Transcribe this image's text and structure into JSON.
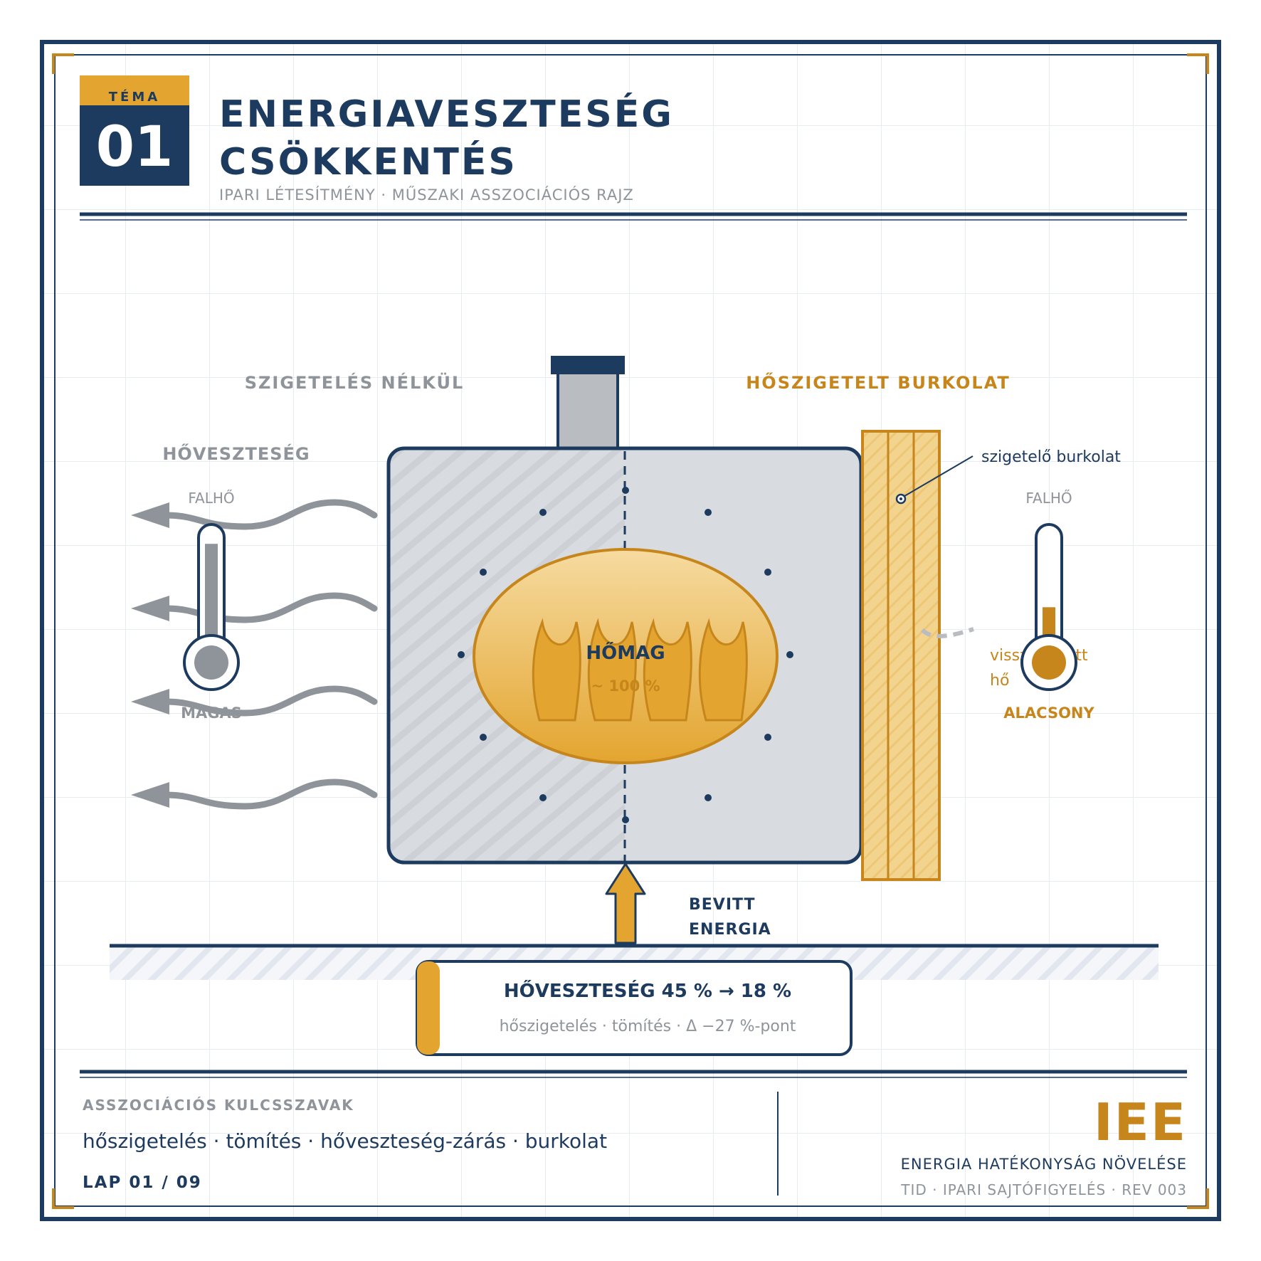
{
  "colors": {
    "navy": "#1d3a5f",
    "gold": "#e3a530",
    "gold_dark": "#c6861b",
    "gold_light": "#f3d48e",
    "gray": "#8f949a",
    "steel": "#d8dbdf",
    "grid": "#e6ecf2"
  },
  "header": {
    "badge_label": "TÉMA",
    "badge_number": "01",
    "title_line1": "ENERGIAVESZTESÉG",
    "title_line2": "CSÖKKENTÉS",
    "subtitle": "IPARI LÉTESÍTMÉNY · MŰSZAKI ASSZOCIÁCIÓS RAJZ"
  },
  "diagram": {
    "left_heading": "SZIGETELÉS NÉLKÜL",
    "right_heading": "HŐSZIGETELT BURKOLAT",
    "heat_loss_label": "HŐVESZTESÉG",
    "left_thermometer": {
      "caption": "FALHŐ",
      "level_label": "MAGAS",
      "fill_fraction": 0.9
    },
    "right_thermometer": {
      "caption": "FALHŐ",
      "level_label": "ALACSONY",
      "fill_fraction": 0.35
    },
    "core_label": "HŐMAG",
    "core_value": "~ 100 %",
    "insulation_callout": "szigetelő burkolat",
    "retained_heat_line1": "visszatartott",
    "retained_heat_line2": "hő",
    "energy_in_line1": "BEVITT",
    "energy_in_line2": "ENERGIA"
  },
  "result_box": {
    "headline": "HŐVESZTESÉG 45 % → 18 %",
    "detail": "hőszigetelés · tömítés · Δ −27 %-pont"
  },
  "footer": {
    "keywords_heading": "ASSZOCIÁCIÓS KULCSSZAVAK",
    "keywords": "hőszigetelés · tömítés · hőveszteség-zárás · burkolat",
    "page_label": "LAP 01 / 09",
    "logo": "IEE",
    "org_name": "ENERGIA HATÉKONYSÁG NÖVELÉSE",
    "org_meta": "TID · IPARI SAJTÓFIGYELÉS · REV 003"
  }
}
